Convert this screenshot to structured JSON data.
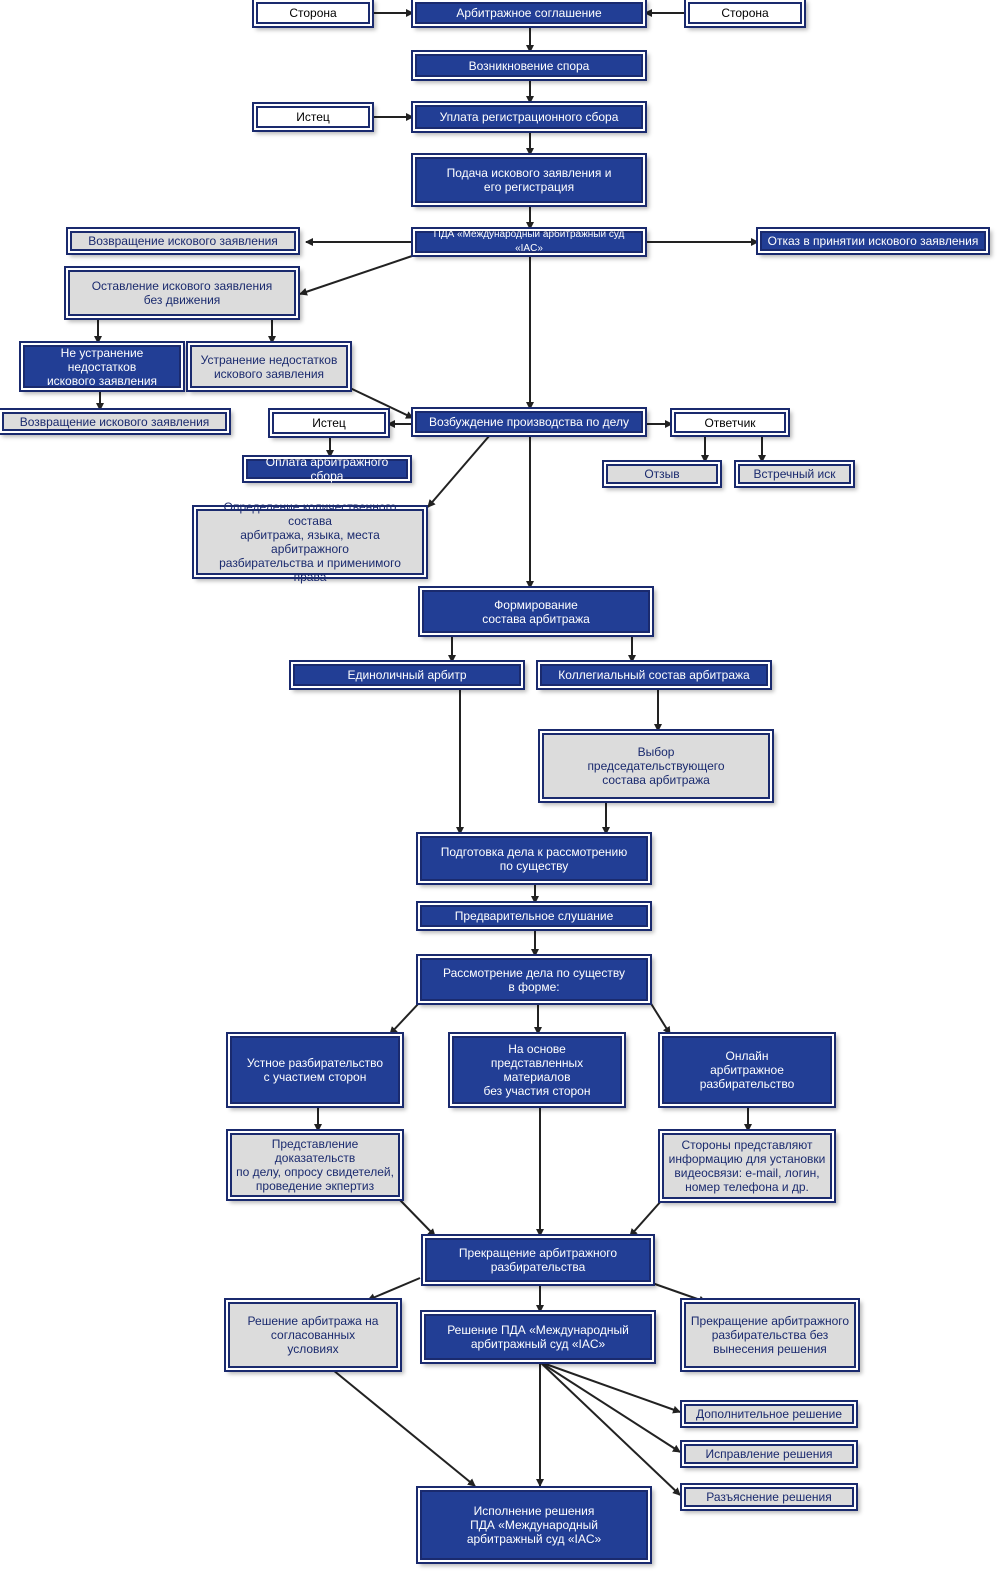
{
  "colors": {
    "blue_box": "#223e95",
    "gray_box": "#dcdcdc",
    "border": "#1a2a6e",
    "arrow": "#222222"
  },
  "nodes": {
    "party_left": "Сторона",
    "arb_agreement": "Арбитражное соглашение",
    "party_right": "Сторона",
    "dispute": "Возникновение спора",
    "claimant1": "Истец",
    "reg_fee": "Уплата регистрационного сбора",
    "filing": "Подача искового заявления и\nего регистрация",
    "iac": "ПДА «Международный арбитражный суд «IAC»",
    "return_claim1": "Возвращение искового заявления",
    "refusal": "Отказ в принятии искового заявления",
    "no_motion": "Оставление искового заявления\nбез движения",
    "not_fixed": "Не устранение недостатков\nискового заявления",
    "fixed": "Устранение недостатков\nискового заявления",
    "return_claim2": "Возвращение искового заявления",
    "claimant2": "Истец",
    "proceedings": "Возбуждение производства по делу",
    "respondent": "Ответчик",
    "arb_fee": "Оплата арбитражного сбора",
    "response": "Отзыв",
    "counterclaim": "Встречный иск",
    "determination": "Определение количественного состава\nарбитража, языка, места арбитражного\nразбирательства и применимого права",
    "formation": "Формирование\nсостава арбитража",
    "sole": "Единоличный арбитр",
    "collegial": "Коллегиальный состав арбитража",
    "presiding": "Выбор\nпредседательствующего\nсостава арбитража",
    "preparation": "Подготовка дела к рассмотрению\nпо существу",
    "preliminary": "Предварительное слушание",
    "consideration": "Рассмотрение дела по существу\nв форме:",
    "oral": "Устное разбирательство\nс участием сторон",
    "documents": "На основе\nпредставленных материалов\nбез участия сторон",
    "online": "Онлайн\nарбитражное\nразбирательство",
    "evidence": "Представление доказательств\nпо делу, опросу свидетелей,\nпроведение экпертиз",
    "video_info": "Стороны представляют\nинформацию для установки\nвидеосвязи: e-mail, логин,\nномер телефона и др.",
    "termination": "Прекращение арбитражного\nразбирательства",
    "agreed_award": "Решение арбитража на\nсогласованных\nусловиях",
    "iac_award": "Решение ПДА «Международный\nарбитражный суд «IAC»",
    "termination_no_award": "Прекращение арбитражного\nразбирательства без\nвынесения решения",
    "additional": "Дополнительное решение",
    "correction": "Исправление решения",
    "clarification": "Разъяснение решения",
    "execution": "Исполнение решения\nПДА «Международный\nарбитражный суд «IAC»"
  }
}
